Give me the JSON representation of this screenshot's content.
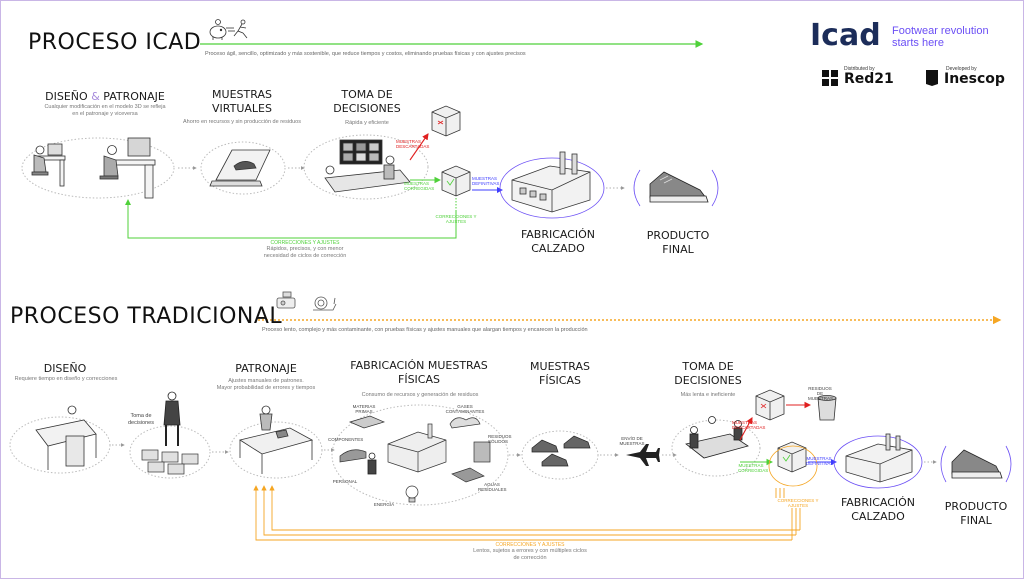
{
  "colors": {
    "icad_green": "#4fd13a",
    "trad_orange": "#f5a623",
    "red": "#e02020",
    "blue": "#3d3dff",
    "purple": "#a78bdc",
    "navy": "#1c2d5a",
    "accent_violet": "#6b4ff5"
  },
  "brand": {
    "name": "Icad",
    "tagline_1": "Footwear revolution",
    "tagline_2": "starts here",
    "distributed_by": "Distributed by",
    "red21": "Red21",
    "developed_by": "Developed by",
    "inescop": "Inescop"
  },
  "icad": {
    "title": "PROCESO ICAD",
    "summary": "Proceso ágil, sencillo, optimizado y más sostenible, que reduce tiempos y costos, eliminando pruebas físicas y con ajustes precisos",
    "steps": {
      "design_title_a": "DISEÑO",
      "design_amp": "&",
      "design_title_b": "PATRONAJE",
      "design_desc_1": "Cualquier modificación en el modelo 3D se refleja",
      "design_desc_2": "en el patronaje y viceversa",
      "virtual_title_1": "MUESTRAS",
      "virtual_title_2": "VIRTUALES",
      "virtual_desc": "Ahorro en recursos y sin producción de residuos",
      "decision_title_1": "TOMA DE",
      "decision_title_2": "DECISIONES",
      "decision_desc": "Rápida y eficiente",
      "fab_title_1": "FABRICACIÓN",
      "fab_title_2": "CALZADO",
      "final_title_1": "PRODUCTO",
      "final_title_2": "FINAL"
    },
    "labels": {
      "rejected": "MUESTRAS DESCARTADAS",
      "corrected": "MUESTRAS CORREGIDAS",
      "definitive": "MUESTRAS DEFINITIVAS",
      "corrections": "CORRECCIONES Y AJUSTES",
      "loop_title": "CORRECCIONES Y AJUSTES",
      "loop_desc_1": "Rápidos, precisos, y con menor",
      "loop_desc_2": "necesidad de ciclos de corrección"
    }
  },
  "trad": {
    "title": "PROCESO TRADICIONAL",
    "summary": "Proceso lento, complejo y más contaminante, con pruebas físicas y ajustes manuales que alargan tiempos y encarecen la producción",
    "steps": {
      "design_title": "DISEÑO",
      "design_desc": "Requiere tiempo en diseño y correcciones",
      "decision_small_1": "Toma de",
      "decision_small_2": "decisiones",
      "pattern_title": "PATRONAJE",
      "pattern_desc_1": "Ajustes manuales de patrones.",
      "pattern_desc_2": "Mayor probabilidad de errores y tiempos",
      "fabsamples_title_1": "FABRICACIÓN MUESTRAS",
      "fabsamples_title_2": "FÍSICAS",
      "fabsamples_desc": "Consumo de recursos y generación de residuos",
      "physical_title_1": "MUESTRAS",
      "physical_title_2": "FÍSICAS",
      "decision_title_1": "TOMA DE",
      "decision_title_2": "DECISIONES",
      "decision_desc": "Más lenta e ineficiente",
      "fab_title_1": "FABRICACIÓN",
      "fab_title_2": "CALZADO",
      "final_title_1": "PRODUCTO",
      "final_title_2": "FINAL"
    },
    "labels": {
      "raw_materials": "MATERIAS PRIMAS",
      "gases": "GASES CONTAMINANTES",
      "components": "COMPONENTES",
      "solid_waste": "RESIDUOS SÓLIDOS",
      "personnel": "PERSONAL",
      "energy": "ENERGÍA",
      "waste_water": "AGUAS RESIDUALES",
      "shipping": "ENVÍO DE MUESTRAS",
      "rejected": "MUESTRAS DESCARTADAS",
      "corrected": "MUESTRAS CORREGIDAS",
      "definitive": "MUESTRAS DEFINITIVAS",
      "sample_waste": "RESIDUOS DE MUESTRAS",
      "corrections": "CORRECCIONES Y AJUSTES",
      "loop_title": "CORRECCIONES Y AJUSTES",
      "loop_desc_1": "Lentos, sujetos a errores y con múltiples ciclos",
      "loop_desc_2": "de corrección"
    }
  }
}
